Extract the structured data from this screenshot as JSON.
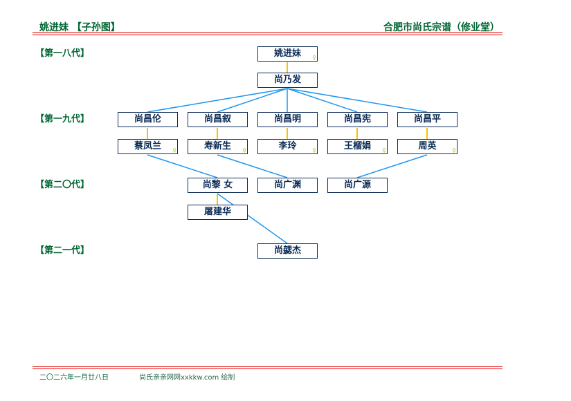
{
  "header": {
    "left_title": "姚进妹 【子孙图】",
    "right_title": "合肥市尚氏宗谱（修业堂）"
  },
  "generations": [
    "【第一八代】",
    "【第一九代】",
    "【第二〇代】",
    "【第二一代】"
  ],
  "people": {
    "p0": "姚进妹",
    "p1": "尚乃发",
    "c1": "尚昌伦",
    "c2": "尚昌叙",
    "c3": "尚昌明",
    "c4": "尚昌宪",
    "c5": "尚昌平",
    "s1": "蔡凤兰",
    "s2": "寿新生",
    "s3": "李玲",
    "s4": "王榴娟",
    "s5": "周英",
    "g1": "尚黎 女",
    "g2": "尚广渊",
    "g3": "尚广源",
    "gs1": "屠建华",
    "gg1": "尚勰杰"
  },
  "female_marker": "♀",
  "colors": {
    "spouse_line": "#f5c400",
    "child_line": "#1e96f0",
    "rule": "#e00000",
    "heading": "#006633",
    "box": "#0a2a55"
  },
  "footer": {
    "date": "二〇二六年一月廿八日",
    "credit": "尚氏亲亲网网xxkkw.com 绘制"
  }
}
